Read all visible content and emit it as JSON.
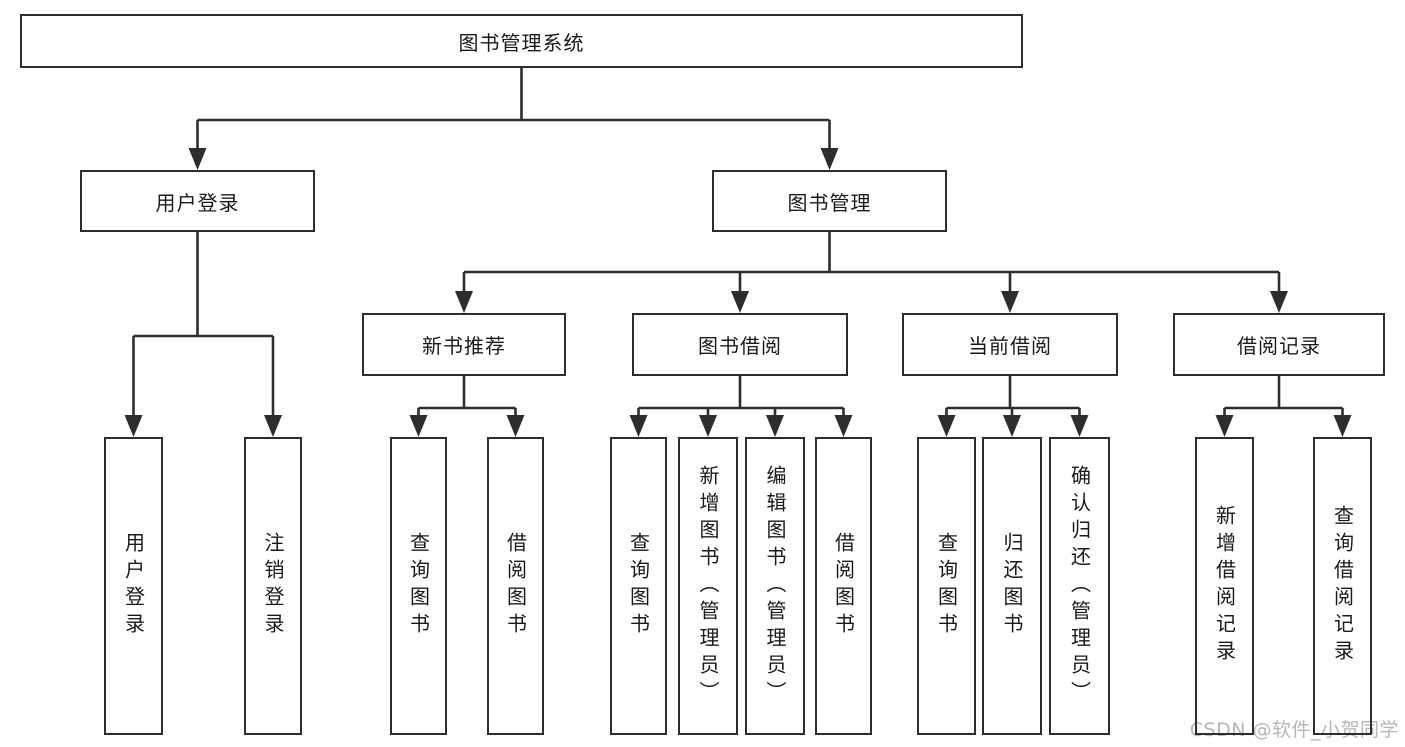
{
  "diagram": {
    "root": {
      "label": "图书管理系统"
    },
    "level2": [
      {
        "label": "用户登录"
      },
      {
        "label": "图书管理"
      }
    ],
    "level3": [
      {
        "label": "新书推荐"
      },
      {
        "label": "图书借阅"
      },
      {
        "label": "当前借阅"
      },
      {
        "label": "借阅记录"
      }
    ],
    "leaves": {
      "user_login": [
        "用户登录",
        "注销登录"
      ],
      "new_book": [
        "查询图书",
        "借阅图书"
      ],
      "borrow": [
        "查询图书",
        "新增图书（管理员）",
        "编辑图书（管理员）",
        "借阅图书"
      ],
      "current": [
        "查询图书",
        "归还图书",
        "确认归还（管理员）"
      ],
      "records": [
        "新增借阅记录",
        "查询借阅记录"
      ]
    }
  },
  "watermark": {
    "text": "CSDN @软件_小贺同学"
  },
  "colors": {
    "line": "#2d2d2d",
    "text": "#1a1a1a",
    "watermark": "#b6b6ba",
    "background": "#ffffff"
  }
}
